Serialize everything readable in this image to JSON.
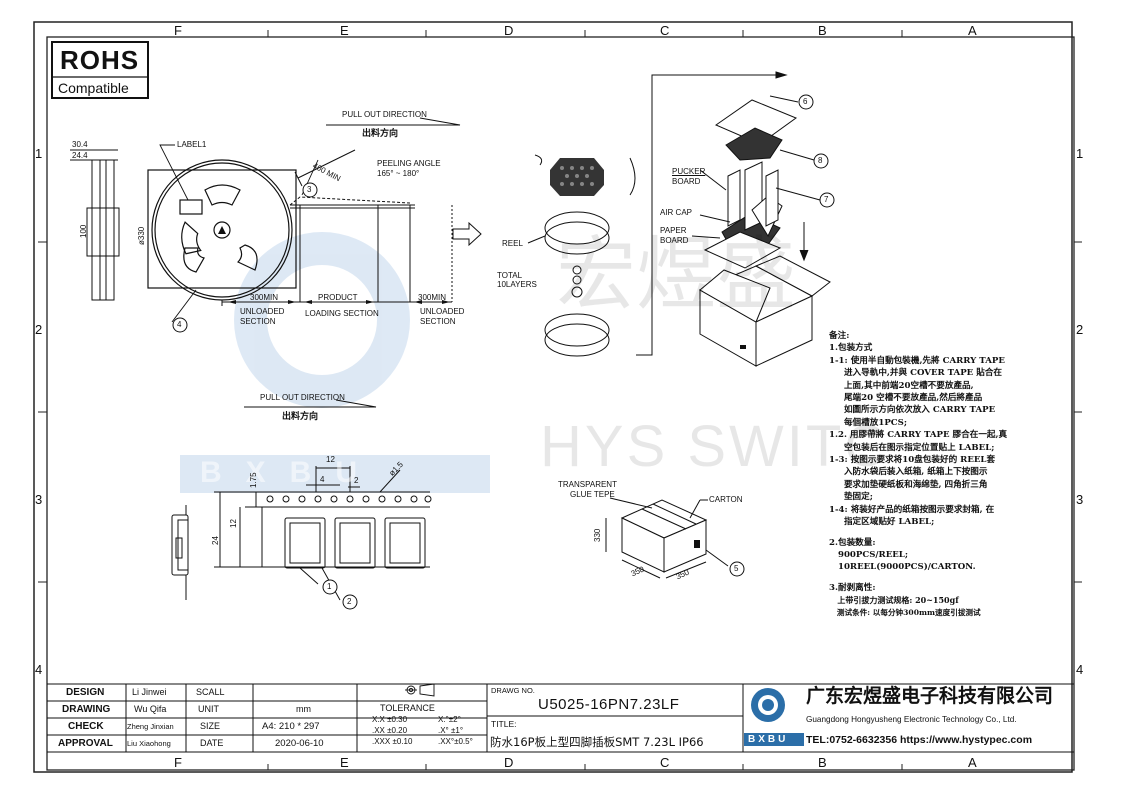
{
  "frame": {
    "columns_top": [
      "F",
      "E",
      "D",
      "C",
      "B",
      "A"
    ],
    "columns_bottom": [
      "F",
      "E",
      "D",
      "C",
      "B",
      "A"
    ],
    "rows": [
      "1",
      "2",
      "3",
      "4"
    ]
  },
  "rohs": {
    "line1": "ROHS",
    "line2": "Compatible"
  },
  "watermark": {
    "chinese": "宏煜盛",
    "english": "HYS SWITC",
    "logo_text": "BXBU"
  },
  "reel": {
    "label1": "LABEL1",
    "d330": "ø330",
    "w304": "30.4",
    "w244": "24.4",
    "h100": "100",
    "callouts": [
      "3",
      "4"
    ],
    "pull_en": "PULL OUT DIRECTION",
    "pull_cn": "出料方向",
    "len400": "400 MIN",
    "peel1": "PEELING ANGLE",
    "peel2": "165° ~ 180°",
    "seg1": "300MIN",
    "seg2": "PRODUCT",
    "seg3": "300MIN",
    "unloaded1a": "UNLOADED",
    "unloaded1b": "SECTION",
    "loading": "LOADING SECTION",
    "unloaded2a": "UNLOADED",
    "unloaded2b": "SECTION"
  },
  "tape": {
    "pull_en": "PULL OUT DIRECTION",
    "pull_cn": "出料方向",
    "d12top": "12",
    "d4": "4",
    "d2": "2",
    "d15": "ø1.5",
    "d175": "1.75",
    "d12": "12",
    "d24": "24",
    "callouts": [
      "1",
      "2"
    ]
  },
  "explode": {
    "reel": "REEL",
    "total1": "TOTAL",
    "total2": "10LAYERS",
    "pucker1": "PUCKER",
    "pucker2": "BOARD",
    "aircap": "AIR CAP",
    "paper1": "PAPER",
    "paper2": "BOARD",
    "callouts": [
      "6",
      "7",
      "8"
    ]
  },
  "carton": {
    "glue1": "TRANSPARENT",
    "glue2": "GLUE TEPE",
    "carton": "CARTON",
    "h": "330",
    "w1": "350",
    "w2": "350",
    "callout": "5"
  },
  "notes": [
    "备注:",
    "1.包装方式",
    "1-1: 使用半自動包裝機,先將 CARRY TAPE",
    "     进入导軌中,并與 COVER TAPE 貼合在",
    "     上面,其中前端20空槽不要放產品,",
    "     尾端20 空槽不要放產品,然后將產品",
    "     如圖所示方向依次放入 CARRY TAPE",
    "     每個槽放1PCS;",
    "1.2. 用膠帶將 CARRY TAPE 膠合在一起,真",
    "     空包装后在图示指定位置贴上 LABEL;",
    "1-3: 按图示要求将10盘包装好的 REEL套",
    "     入防水袋后装入纸箱, 纸箱上下按图示",
    "     要求加垫硬纸板和海绵垫, 四角折三角",
    "     垫固定;",
    "1-4: 将装好产品的纸箱按图示要求封箱, 在",
    "     指定区域贴好 LABEL;",
    "",
    "2.包装数量:",
    "   900PCS/REEL;",
    "   10REEL(9000PCS)/CARTON.",
    "",
    "3.耐剥离性:",
    "   上带引拔力测试规格: 20~150gf",
    "   测试条件: 以每分钟300mm速度引拔测试"
  ],
  "title_block": {
    "design_label": "DESIGN",
    "design_name": "Li Jinwei",
    "scale_label": "SCALL",
    "scale_value": "",
    "drawing_label": "DRAWING",
    "drawing_name": "Wu Qifa",
    "unit_label": "UNIT",
    "unit_value": "mm",
    "check_label": "CHECK",
    "check_name": "Zheng Jinxian",
    "size_label": "SIZE",
    "size_value": "A4: 210 * 297",
    "approval_label": "APPROVAL",
    "approval_name": "Liu Xiaohong",
    "date_label": "DATE",
    "date_value": "2020-06-10",
    "tolerance_label": "TOLERANCE",
    "tol": [
      "X.X  ±0.30",
      "X.°±2°",
      ".XX  ±0.20",
      ".X° ±1°",
      ".XXX  ±0.10",
      ".XX°±0.5°"
    ],
    "drawg_no_label": "DRAWG NO.",
    "drawg_no": "U5025-16PN7.23LF",
    "title_label": "TITLE:",
    "title": "防水16P板上型四脚插板SMT 7.23L IP66",
    "company_cn": "广东宏煜盛电子科技有限公司",
    "company_en": "Guangdong Hongyusheng Electronic Technology Co., Ltd.",
    "contact": "TEL:0752-6632356  https://www.hystypec.com",
    "logo_text": "BXBU"
  }
}
